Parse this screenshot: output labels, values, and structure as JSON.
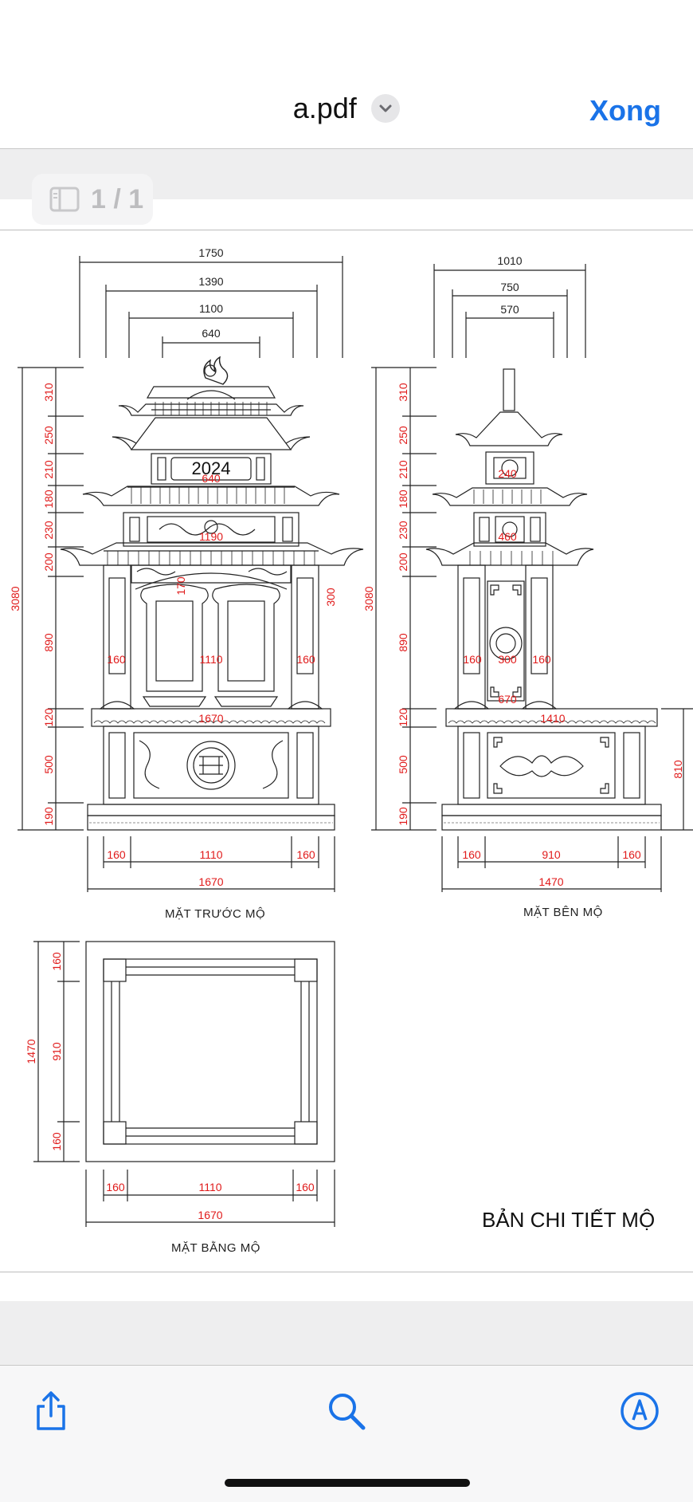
{
  "nav": {
    "title": "a.pdf",
    "done_label": "Xong"
  },
  "page_indicator": {
    "label": "1 / 1",
    "icon": "sidebar-icon"
  },
  "drawing": {
    "front": {
      "caption": "MẶT TRƯỚC MỘ",
      "top_dims": [
        "1750",
        "1390",
        "1100",
        "640"
      ],
      "height_total": "3080",
      "heights": [
        "310",
        "250",
        "210",
        "180",
        "230",
        "200",
        "890",
        "120",
        "500",
        "190"
      ],
      "year": "2024",
      "inner": [
        "640",
        "1190",
        "170",
        "300",
        "160",
        "1110",
        "160",
        "1670"
      ],
      "bottom_row": [
        "160",
        "1110",
        "160"
      ],
      "bottom_total": "1670"
    },
    "side": {
      "caption": "MẶT BÊN MỘ",
      "top_dims": [
        "1010",
        "750",
        "570"
      ],
      "height_total": "3080",
      "heights": [
        "310",
        "250",
        "210",
        "180",
        "230",
        "200",
        "890",
        "120",
        "500",
        "190"
      ],
      "inner": [
        "240",
        "460",
        "160",
        "300",
        "160",
        "670",
        "1410"
      ],
      "right_dim": "810",
      "bottom_row": [
        "160",
        "910",
        "160"
      ],
      "bottom_total": "1470"
    },
    "plan": {
      "caption": "MẶT BẰNG MỘ",
      "left_total": "1470",
      "left_dims": [
        "160",
        "910",
        "160"
      ],
      "bottom_row": [
        "160",
        "1110",
        "160"
      ],
      "bottom_total": "1670"
    },
    "sheet_title": "BẢN CHI TIẾT MỘ"
  },
  "toolbar": {
    "share": "share-icon",
    "search": "search-icon",
    "markup": "markup-icon"
  },
  "colors": {
    "accent": "#1a73e8",
    "dim_red": "#e01b1b"
  }
}
